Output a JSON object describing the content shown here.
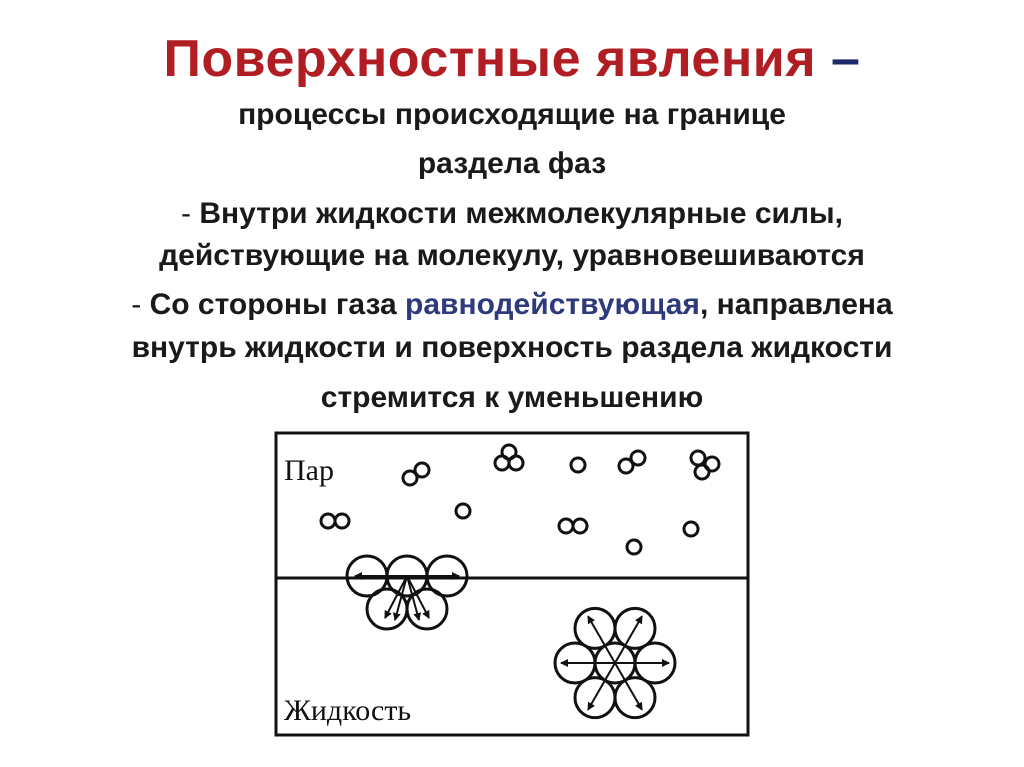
{
  "title": {
    "main": "Поверхностные явления",
    "dash": "–"
  },
  "body": {
    "line1": "процессы происходящие на границе",
    "line2": "раздела фаз",
    "bullet1_dash": "- ",
    "bullet1_line1": "Внутри жидкости межмолекулярные силы,",
    "bullet1_line2": "действующие на молекулу, уравновешиваются",
    "bullet2_dash": "- ",
    "bullet2_pre": "Со стороны газа ",
    "bullet2_highlight": "равнодействующая",
    "bullet2_post": ", направлена",
    "bullet2_line2": "внутрь жидкости и поверхность раздела жидкости",
    "bullet2_line3": "стремится к уменьшению"
  },
  "diagram": {
    "vapor_label": "Пар",
    "liquid_label": "Жидкость"
  },
  "colors": {
    "title": "#b01e23",
    "dash": "#1f2a6b",
    "highlight": "#2e3a7a",
    "text": "#1a1a1a"
  }
}
